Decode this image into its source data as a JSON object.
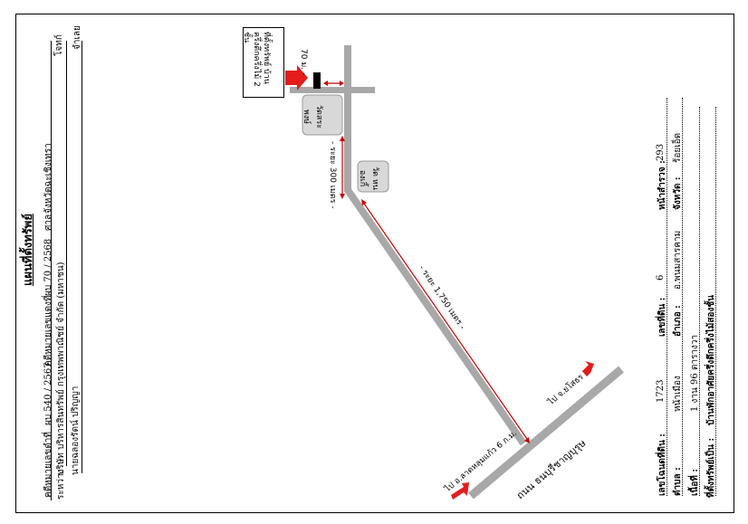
{
  "document": {
    "title": "แผนที่ตั้งทรัพย์",
    "case_number_label": "คดีหมายเลขดำที่",
    "case_black_value": "ผบ 540 / 2567",
    "case_red_label": "คดีหมายเลขแดงที่",
    "case_red_value": "ผบ 70 / 2568",
    "court_label": "ศาล",
    "court_value": "จังหวัดฉะเชิงเทรา",
    "plaintiff_label": "โจทก์",
    "between_label": "ระหว่าง",
    "plaintiff_value": "บริษัท บริหารสินทรัพย์ กรุงเทพพาณิชย์ จำกัด (มหาชน)",
    "defendant_value": "นายฉลองรัตน์ ปริญญา",
    "defendant_label": "จำเลย"
  },
  "property": {
    "deed_no_label": "เลขโฉนดที่ดิน :",
    "deed_no_value": "1723",
    "land_no_label": "เลขที่ดิน :",
    "land_no_value": "6",
    "survey_page_label": "หน้าสำรวจ :",
    "survey_page_value": "293",
    "subdistrict_label": "ตำบล :",
    "subdistrict_value": "หน้าเมือง",
    "district_label": "อำเภอ :",
    "district_value": "อ.พนมสารคาม",
    "province_label": "จังหวัด :",
    "province_value": "ร้อยเอ็ด",
    "area_label": "เนื้อที่ :",
    "area_value": "1 งาน 96 ตารางวา",
    "location_label": "ที่ตั้งทรัพย์เป็น :",
    "location_value": "บ้านพักอาศัยครึ่งตึกครึ่งไม้สองชั้น"
  },
  "map": {
    "note_box": "ที่ตั้งทรัพย์ บ้าน ครึ่งตึกครึ่งไม้ 2 ชั้น",
    "distance_70": "70 ม. -",
    "temple_1": "วัดสระ พงษ์",
    "temple_2": "วัด หนองเกิ้",
    "distance_300": "- ระยะ 300 เมตร -",
    "distance_1750": "- ระยะ 1,750 เมตร -",
    "main_road": "ถนน ธนบุรีชาญบุรุษ",
    "to_left": "ไป อ.ลาดหลุมแก้ว 6 ก.ม.",
    "to_right": "ไป จ.ยโสธร"
  },
  "colors": {
    "road": "#a8a8a8",
    "accent_arrow": "#e41c1c",
    "dimension": "#cc0000",
    "landmark_fill": "#d8d8d8",
    "landmark_border": "#9a9a9a",
    "building": "#000000"
  }
}
